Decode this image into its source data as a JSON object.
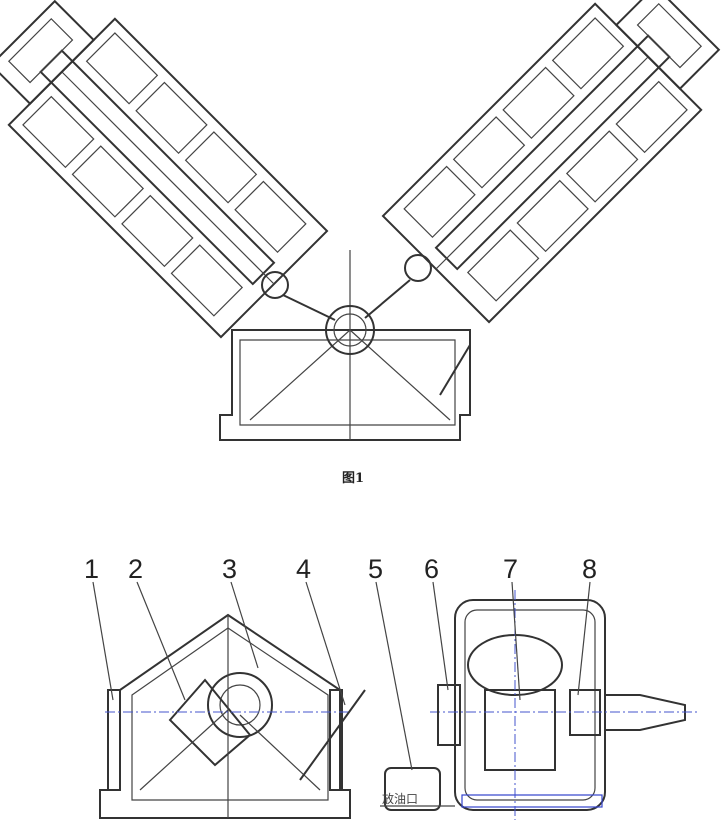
{
  "figure1": {
    "caption": "图1"
  },
  "figure2": {
    "part_numbers": [
      "1",
      "2",
      "3",
      "4",
      "5",
      "6",
      "7",
      "8"
    ],
    "drain_label": "放油口"
  },
  "colors": {
    "line": "#333333",
    "axis": "#4455cc"
  }
}
